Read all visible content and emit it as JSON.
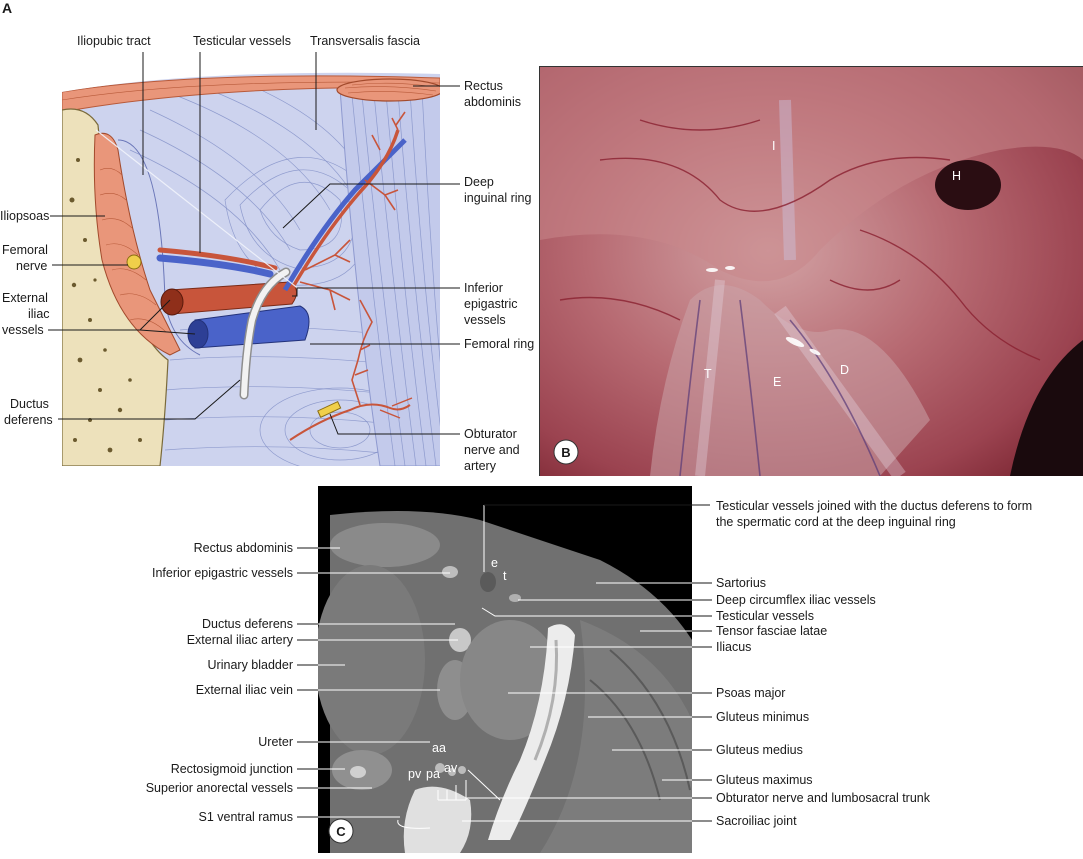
{
  "panels": {
    "a": {
      "letter": "A",
      "labels": {
        "iliopubic_tract": "Iliopubic tract",
        "testicular_vessels": "Testicular vessels",
        "transversalis_fascia": "Transversalis fascia",
        "rectus_line1": "Rectus",
        "rectus_line2": "abdominis",
        "iliopsoas": "Iliopsoas",
        "femoral_line1": "Femoral",
        "femoral_line2": "nerve",
        "ext_line1": "External",
        "ext_line2": "iliac",
        "ext_line3": "vessels",
        "deep_line1": "Deep",
        "deep_line2": "inguinal ring",
        "inf_line1": "Inferior",
        "inf_line2": "epigastric",
        "inf_line3": "vessels",
        "femoral_ring": "Femoral ring",
        "ductus_line1": "Ductus",
        "ductus_line2": "deferens",
        "obt_line1": "Obturator",
        "obt_line2": "nerve and",
        "obt_line3": "artery"
      }
    },
    "b": {
      "letter": "B",
      "marks": {
        "i": "I",
        "h": "H",
        "t": "T",
        "e": "E",
        "d": "D"
      }
    },
    "c": {
      "letter": "C",
      "left_labels": {
        "rectus": "Rectus abdominis",
        "inf_epigastric": "Inferior epigastric vessels",
        "ductus": "Ductus deferens",
        "ext_artery": "External iliac artery",
        "bladder": "Urinary bladder",
        "ext_vein": "External iliac vein",
        "ureter": "Ureter",
        "rectosigmoid": "Rectosigmoid junction",
        "sup_anorectal": "Superior anorectal vessels",
        "s1": "S1 ventral ramus"
      },
      "right_labels": {
        "cord_line1": "Testicular vessels joined with the ductus deferens to form",
        "cord_line2": "the spermatic cord at the deep inguinal ring",
        "sartorius": "Sartorius",
        "deep_circ": "Deep circumflex iliac vessels",
        "testicular": "Testicular vessels",
        "tensor": "Tensor fasciae latae",
        "iliacus": "Iliacus",
        "psoas": "Psoas major",
        "glut_min": "Gluteus minimus",
        "glut_med": "Gluteus medius",
        "glut_max": "Gluteus maximus",
        "obturator": "Obturator nerve and lumbosacral trunk",
        "sacroiliac": "Sacroiliac joint"
      },
      "inline_labels": {
        "e": "e",
        "t": "t",
        "aa": "aa",
        "pv": "pv",
        "pa": "pa",
        "av": "av"
      }
    }
  },
  "colors": {
    "fascia": "#c9d0ec",
    "muscle": "#e9967a",
    "vein": "#4a63c9",
    "artery": "#c8553b",
    "nerve": "#e7c441",
    "bone": "#eee3be",
    "laparoscopy": "#a4525a"
  }
}
